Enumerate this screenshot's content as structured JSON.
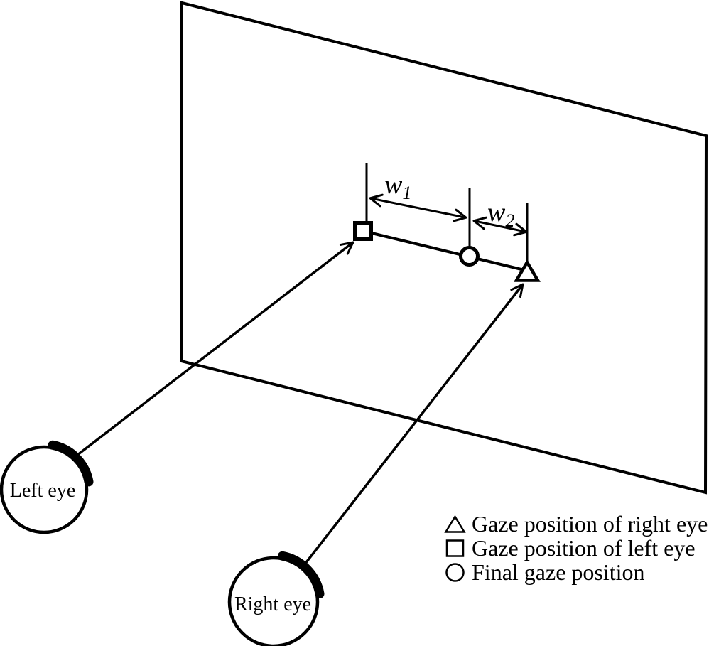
{
  "colors": {
    "ink": "#000000",
    "background": "#ffffff"
  },
  "measurements": {
    "w1": {
      "base": "w",
      "sub": "1"
    },
    "w2": {
      "base": "w",
      "sub": "2"
    }
  },
  "eyes": {
    "left": {
      "label": "Left eye"
    },
    "right": {
      "label": "Right eye"
    }
  },
  "markers": {
    "square": "gaze position of left eye",
    "triangle": "gaze position of right eye",
    "circle": "final gaze position"
  },
  "legend": {
    "items": [
      {
        "symbol": "triangle",
        "label": "Gaze position of right eye"
      },
      {
        "symbol": "square",
        "label": "Gaze position of left eye"
      },
      {
        "symbol": "circle",
        "label": "Final gaze position"
      }
    ]
  }
}
